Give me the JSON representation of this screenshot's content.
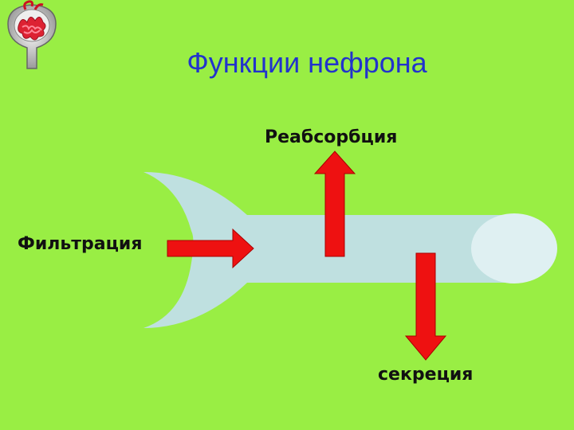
{
  "title": "Функции нефрона",
  "labels": {
    "reabsorption": "Реабсорбция",
    "filtration": "Фильтрация",
    "secretion": "секреция"
  },
  "colors": {
    "background": "#99ee44",
    "title": "#2233cc",
    "tubule": "#bfe0e0",
    "tubule_end": "#dff0f2",
    "arrow": "#ee1111"
  },
  "icons": {
    "logo": "glomerulus-icon"
  }
}
